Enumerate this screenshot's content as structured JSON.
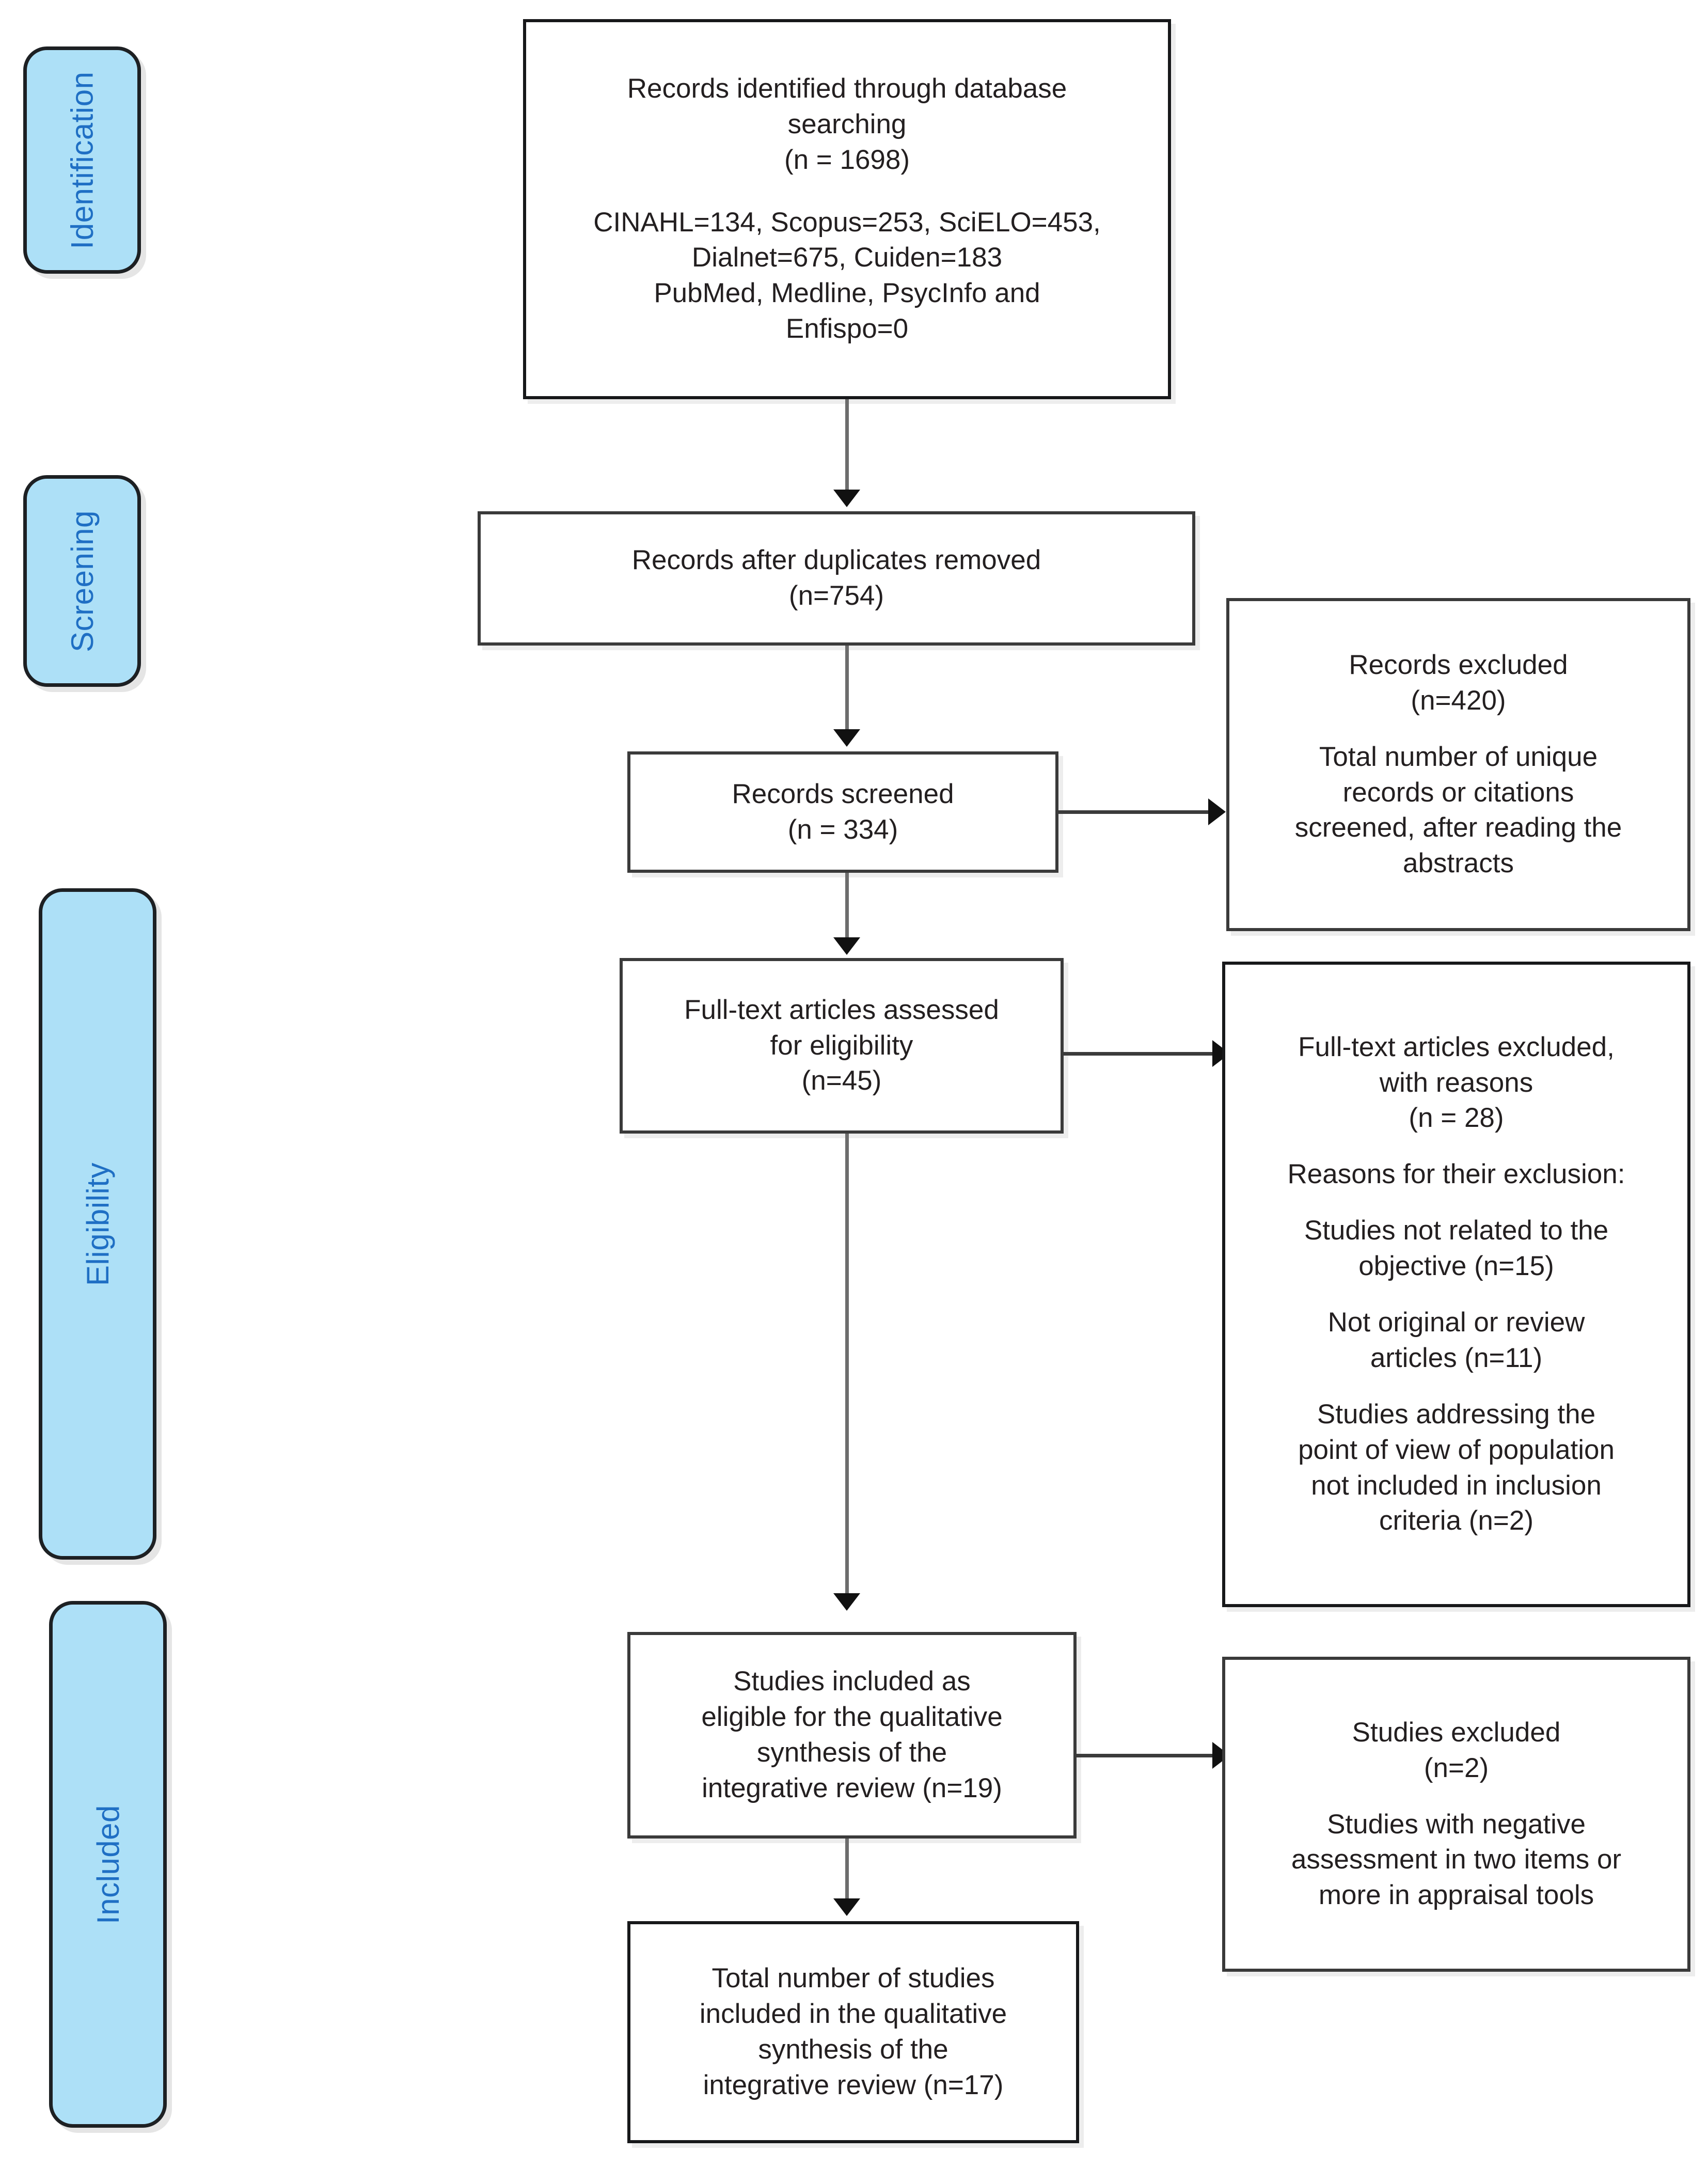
{
  "stages": [
    {
      "label": "Identification"
    },
    {
      "label": "Screening"
    },
    {
      "label": "Eligibility"
    },
    {
      "label": "Included"
    }
  ],
  "flow": {
    "identified": {
      "line1": "Records identified through database",
      "line2": "searching",
      "line3": "(n = 1698)",
      "line4": "CINAHL=134, Scopus=253, SciELO=453,",
      "line5": "Dialnet=675, Cuiden=183",
      "line6": "PubMed, Medline, PsycInfo and",
      "line7": "Enfispo=0"
    },
    "duplicates_removed": {
      "line1": "Records after duplicates removed",
      "line2": "(n=754)"
    },
    "records_screened": {
      "line1": "Records screened",
      "line2": "(n = 334)"
    },
    "fulltext_assessed": {
      "line1": "Full-text articles assessed",
      "line2": "for eligibility",
      "line3": "(n=45)"
    },
    "studies_included": {
      "line1": "Studies included as",
      "line2": "eligible for the qualitative",
      "line3": "synthesis of the",
      "line4": "integrative review (n=19)"
    },
    "total_included": {
      "line1": "Total number of studies",
      "line2": "included in the qualitative",
      "line3": "synthesis of the",
      "line4": "integrative review (n=17)"
    }
  },
  "excluded": {
    "records_excluded": {
      "line1": "Records excluded",
      "line2": "(n=420)",
      "line3": "Total number of unique",
      "line4": "records or citations",
      "line5": "screened, after reading the",
      "line6": "abstracts"
    },
    "fulltext_excluded": {
      "line1": "Full-text articles excluded,",
      "line2": "with reasons",
      "line3": "(n = 28)",
      "line4": "Reasons for their exclusion:",
      "line5": "Studies not related to the",
      "line6": "objective (n=15)",
      "line7": "Not original or review",
      "line8": "articles (n=11)",
      "line9": "Studies addressing the",
      "line10": "point of view of population",
      "line11": "not included in inclusion",
      "line12": "criteria (n=2)"
    },
    "studies_excluded": {
      "line1": "Studies excluded",
      "line2": "(n=2)",
      "line3": "Studies with negative",
      "line4": "assessment in two items or",
      "line5": "more in appraisal tools"
    }
  },
  "colors": {
    "stage_fill": "#ADE0F7",
    "stage_text": "#1F6FC4",
    "box_border": "#3a3a3a",
    "connector": "#6d6d6d",
    "body_text": "#231f20"
  }
}
